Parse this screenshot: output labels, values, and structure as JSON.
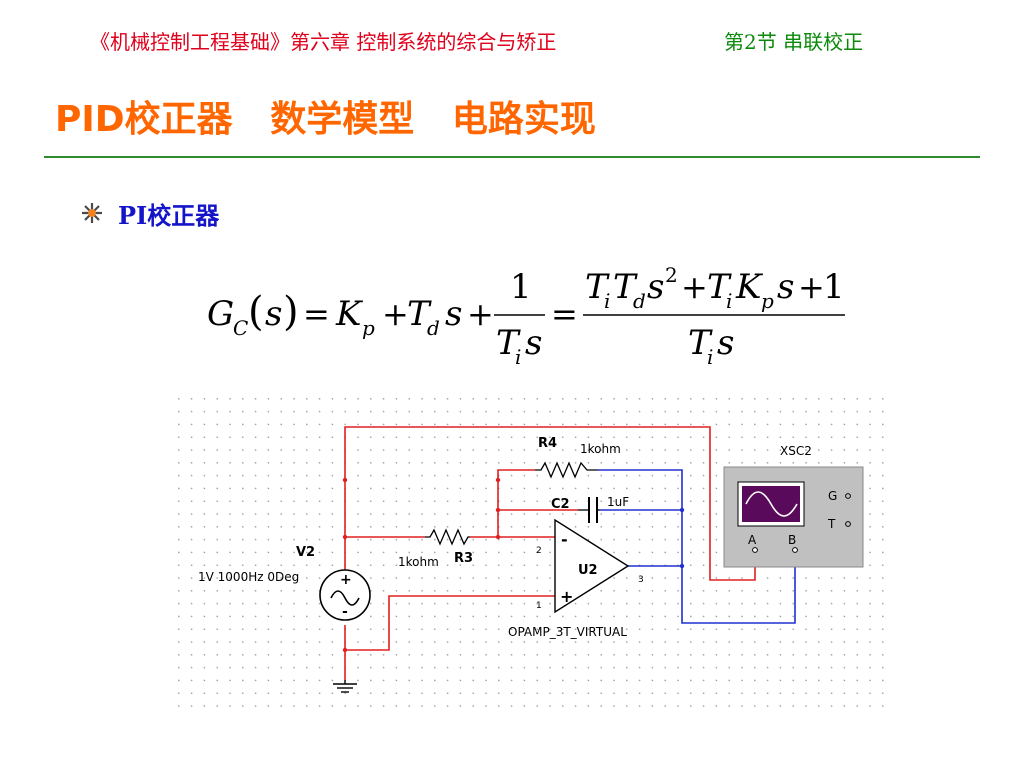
{
  "header": {
    "chapter": "《机械控制工程基础》第六章  控制系统的综合与矫正",
    "section": "第2节 串联校正"
  },
  "title": "PID校正器   数学模型   电路实现",
  "bullet": {
    "icon": "starburst-bullet-icon",
    "text": "PI校正器"
  },
  "formula": {
    "lhs_G": "G",
    "lhs_sub": "C",
    "lhs_arg": "s",
    "eq": "=",
    "K": "K",
    "p": "p",
    "plus": "+",
    "T": "T",
    "d": "d",
    "s": "s",
    "one": "1",
    "i": "i",
    "sq": "2"
  },
  "circuit": {
    "r4_name": "R4",
    "r4_value": "1kohm",
    "c2_name": "C2",
    "c2_value": "1uF",
    "r3_name": "R3",
    "r3_value": "1kohm",
    "v2_name": "V2",
    "v2_value": "1V 1000Hz 0Deg",
    "u2_name": "U2",
    "opamp_model": "OPAMP_3T_VIRTUAL",
    "pin_inv": "2",
    "pin_noninv": "1",
    "pin_out": "3",
    "minus": "-",
    "plus": "+",
    "scope_name": "XSC2",
    "scope_g": "G",
    "scope_t": "T",
    "scope_a": "A",
    "scope_b": "B",
    "wire_red": "#e02020",
    "wire_blue": "#2030d0"
  }
}
